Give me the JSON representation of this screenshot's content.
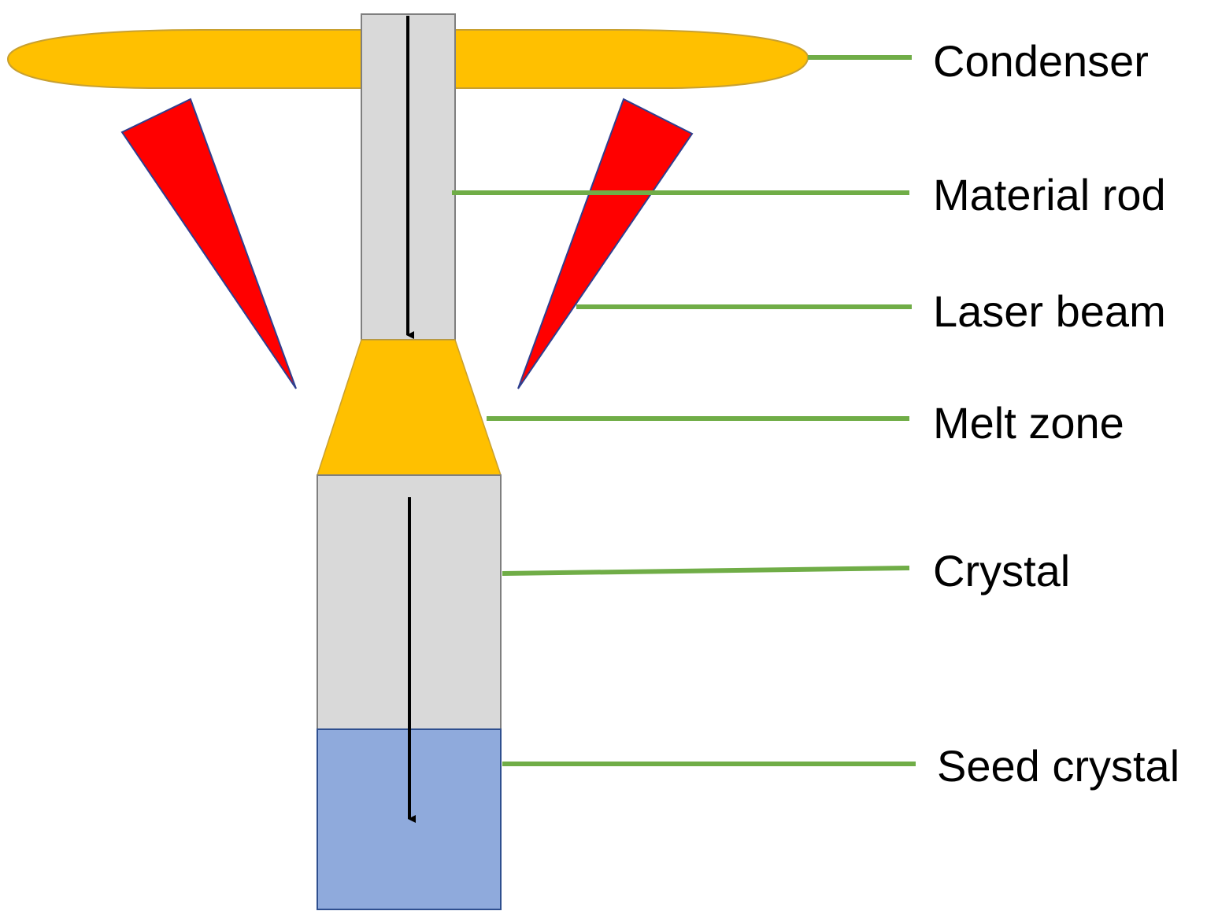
{
  "colors": {
    "condenser": "#ffc000",
    "condenser_stroke": "#c8a030",
    "rod": "#d9d9d9",
    "rod_stroke": "#7f7f7f",
    "melt_zone": "#ffc000",
    "laser_beam": "#ff0000",
    "laser_stroke": "#2f3f8f",
    "seed_crystal": "#8faadc",
    "seed_stroke": "#2f4f8f",
    "leader_line": "#70ad47",
    "arrow": "#000000",
    "text": "#000000"
  },
  "labels": {
    "condenser": "Condenser",
    "material_rod": "Material rod",
    "laser_beam": "Laser beam",
    "melt_zone": "Melt zone",
    "crystal": "Crystal",
    "seed_crystal": "Seed crystal"
  },
  "icons": {
    "feed_direction": "arrow-down-icon",
    "growth_direction": "arrow-down-icon"
  }
}
